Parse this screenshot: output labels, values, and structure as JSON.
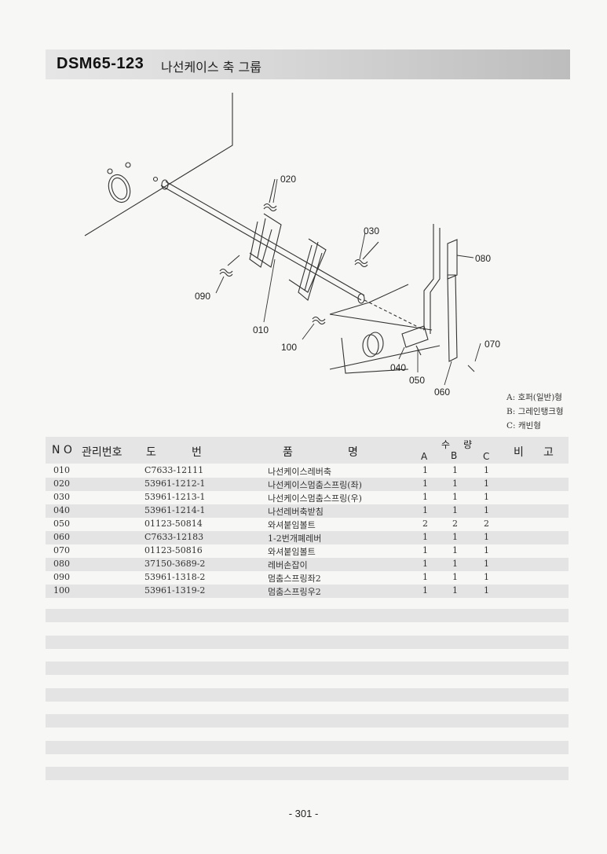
{
  "header": {
    "code": "DSM65-123",
    "title": "나선케이스 축 그룹"
  },
  "diagram": {
    "callouts": [
      "020",
      "030",
      "080",
      "090",
      "010",
      "100",
      "070",
      "040",
      "050",
      "060"
    ]
  },
  "legend": {
    "a": "A: 호퍼(일반)형",
    "b": "B: 그레인탱크형",
    "c": "C: 캐빈형"
  },
  "table": {
    "headers": {
      "no": "N O",
      "mgmt": "관리번호",
      "drawing1": "도",
      "drawing2": "번",
      "name1": "품",
      "name2": "명",
      "qty1": "수",
      "qty2": "량",
      "qty_a": "A",
      "qty_b": "B",
      "qty_c": "C",
      "remarks1": "비",
      "remarks2": "고"
    },
    "rows": [
      {
        "no": "010",
        "part": "C7633-12111",
        "name": "나선케이스레버축",
        "a": "1",
        "b": "1",
        "c": "1"
      },
      {
        "no": "020",
        "part": "53961-1212-1",
        "name": "나선케이스멈춤스프링(좌)",
        "a": "1",
        "b": "1",
        "c": "1"
      },
      {
        "no": "030",
        "part": "53961-1213-1",
        "name": "나선케이스멈춤스프링(우)",
        "a": "1",
        "b": "1",
        "c": "1"
      },
      {
        "no": "040",
        "part": "53961-1214-1",
        "name": "나선레버축받침",
        "a": "1",
        "b": "1",
        "c": "1"
      },
      {
        "no": "050",
        "part": "01123-50814",
        "name": "와셔붙임볼트",
        "a": "2",
        "b": "2",
        "c": "2"
      },
      {
        "no": "060",
        "part": "C7633-12183",
        "name": "1-2번개폐레버",
        "a": "1",
        "b": "1",
        "c": "1"
      },
      {
        "no": "070",
        "part": "01123-50816",
        "name": "와셔붙임볼트",
        "a": "1",
        "b": "1",
        "c": "1"
      },
      {
        "no": "080",
        "part": "37150-3689-2",
        "name": "레버손잡이",
        "a": "1",
        "b": "1",
        "c": "1"
      },
      {
        "no": "090",
        "part": "53961-1318-2",
        "name": "멈춤스프링좌2",
        "a": "1",
        "b": "1",
        "c": "1"
      },
      {
        "no": "100",
        "part": "53961-1319-2",
        "name": "멈춤스프링우2",
        "a": "1",
        "b": "1",
        "c": "1"
      }
    ]
  },
  "footer": {
    "page": "- 301 -"
  }
}
